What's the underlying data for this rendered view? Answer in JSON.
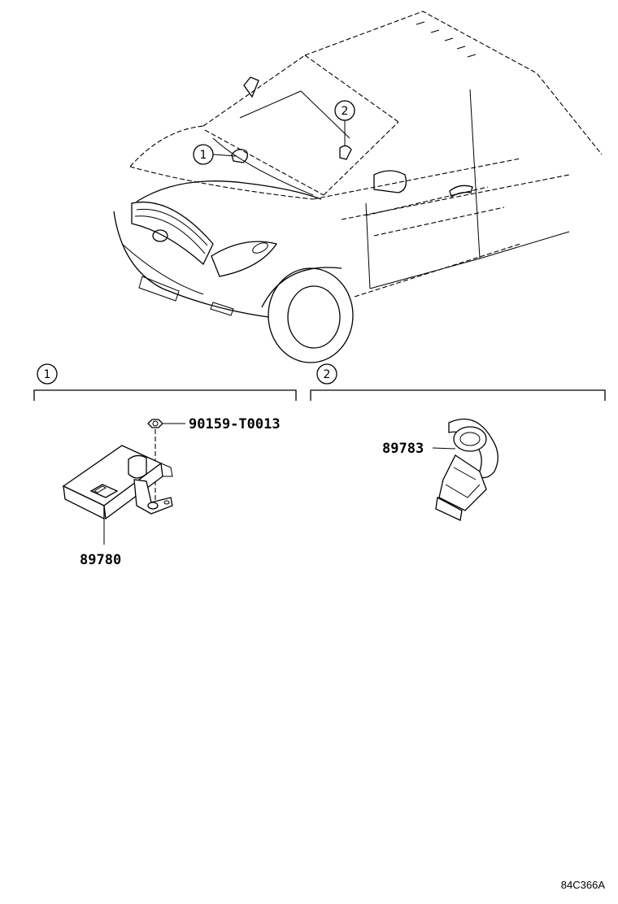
{
  "callouts": {
    "vehicle_1": "1",
    "vehicle_2": "2",
    "section_1": "1",
    "section_2": "2"
  },
  "parts": {
    "screw": "90159-T0013",
    "module": "89780",
    "sensor": "89783"
  },
  "reference_code": "84C366A"
}
